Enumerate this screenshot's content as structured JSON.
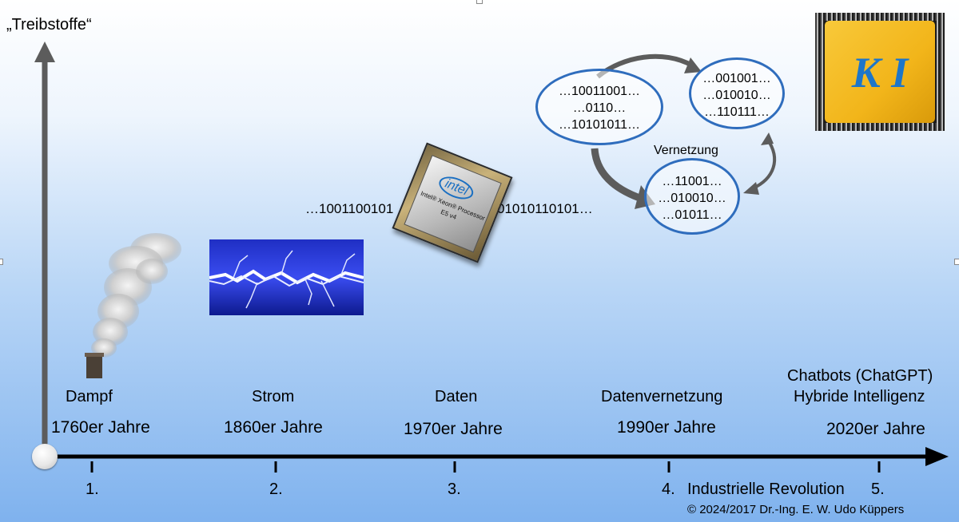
{
  "title": "„Treibstoffe“",
  "eras": [
    {
      "label": "Dampf",
      "year": "1760er Jahre",
      "index": "1."
    },
    {
      "label": "Strom",
      "year": "1860er Jahre",
      "index": "2."
    },
    {
      "label": "Daten",
      "year": "1970er Jahre",
      "index": "3."
    },
    {
      "label": "Datenvernetzung",
      "year": "1990er Jahre",
      "index": "4."
    },
    {
      "label_line1": "Chatbots (ChatGPT)",
      "label_line2": "Hybride Intelligenz",
      "year": "2020er Jahre",
      "index": "5."
    }
  ],
  "axis_caption": "Industrielle Revolution",
  "bits_left": "…1001100101",
  "bits_right": "01010110101…",
  "network": {
    "label": "Vernetzung",
    "node1": [
      "…10011001…",
      "…0110…",
      "…10101011…"
    ],
    "node2": [
      "…001001…",
      "…010010…",
      "…110111…"
    ],
    "node3": [
      "…11001…",
      "…010010…",
      "…01011…"
    ]
  },
  "chip": {
    "brand": "intel",
    "line1": "Intel® Xeon® Processor",
    "line2": "E5 v4"
  },
  "ki_chip": {
    "text": "K I"
  },
  "copyright": "© 2024/2017 Dr.-Ing. E. W. Udo Küppers",
  "colors": {
    "ellipse": "#2f6dbd",
    "ki_gold": "#f2b51a",
    "ki_text": "#1d76c9",
    "axis": "#000000",
    "arrow_grey": "#5c5c5c"
  }
}
